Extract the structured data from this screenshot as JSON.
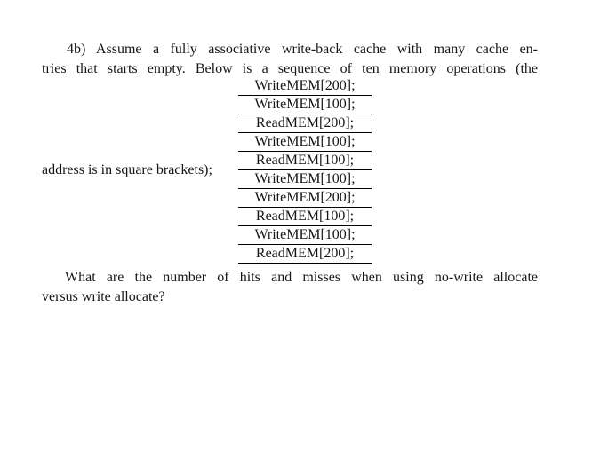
{
  "colors": {
    "background": "#ffffff",
    "text": "#161616",
    "rule": "#000000"
  },
  "problem": {
    "intro": {
      "line1": "4b) Assume a fully associative write-back cache with many cache en-",
      "line2": "tries that starts empty. Below is a sequence of ten memory operations (the"
    },
    "side_label": "address is in square brackets);",
    "operations": [
      "WriteMEM[200];",
      "WriteMEM[100];",
      "ReadMEM[200];",
      "WriteMEM[100];",
      "ReadMEM[100];",
      "WriteMEM[100];",
      "WriteMEM[200];",
      "ReadMEM[100];",
      "WriteMEM[100];",
      "ReadMEM[200];"
    ],
    "question": {
      "line1": "What are the number of hits and misses when using no-write allocate",
      "line2": "versus write allocate?"
    }
  }
}
